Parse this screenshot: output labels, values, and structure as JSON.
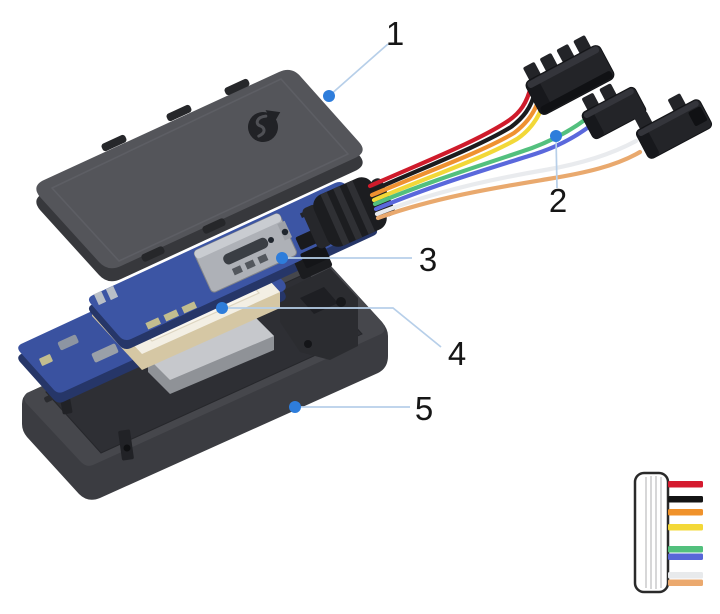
{
  "scene": {
    "description": "exploded-view diagram of a GPS tracker with numbered callouts",
    "background": "#ffffff"
  },
  "callouts": [
    {
      "label": "1",
      "part": "top-cover"
    },
    {
      "label": "2",
      "part": "wiring-harness"
    },
    {
      "label": "3",
      "part": "main-pcb"
    },
    {
      "label": "4",
      "part": "gps-antenna-module"
    },
    {
      "label": "5",
      "part": "bottom-case"
    }
  ],
  "callout_style": {
    "dot_color": "#2e7ddb",
    "line_color": "#b7cfe9",
    "text_color": "#161616"
  },
  "palette": {
    "cover_top": "#54555a",
    "cover_side": "#37383c",
    "cover_detail": "#26272a",
    "pcb_top": "#3c55a4",
    "pcb_side": "#263668",
    "antenna_board": "#3a52a0",
    "ceramic_top": "#f3efe4",
    "ceramic_side": "#d5c7a4",
    "battery_top": "#c6c8cc",
    "battery_side": "#8f9297",
    "case_top": "#46474c",
    "case_floor": "#2e2f34",
    "case_side": "#3b3c41",
    "connector": "#232428",
    "sim_slot": "#aeb1b7",
    "grommet": "#1c1d20"
  },
  "harness": {
    "wires": [
      {
        "name": "red",
        "color": "#cf1b2b"
      },
      {
        "name": "black",
        "color": "#1c1c1e"
      },
      {
        "name": "orange",
        "color": "#ef9130"
      },
      {
        "name": "yellow",
        "color": "#f2d838"
      },
      {
        "name": "green",
        "color": "#53c07e"
      },
      {
        "name": "blue",
        "color": "#5a68dc"
      },
      {
        "name": "white",
        "color": "#e9ebee"
      },
      {
        "name": "tan",
        "color": "#e9a96e"
      }
    ]
  },
  "legend": {
    "bundle_outline": "#2a2a2a",
    "wire_colors": [
      "#d51a2e",
      "#141414",
      "#f0922b",
      "#f3d838",
      "#52c07d",
      "#5866d8",
      "#e8eaec",
      "#eba96e"
    ]
  }
}
